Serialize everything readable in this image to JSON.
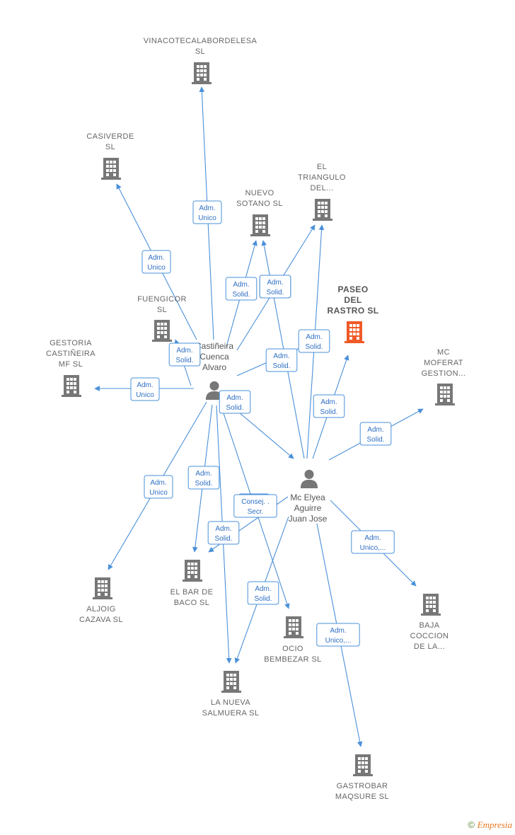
{
  "colors": {
    "edge": "#4a90d9",
    "building": "#777777",
    "highlight": "#f05a28",
    "person": "#777777",
    "label_border": "#4a90d9"
  },
  "companies": [
    {
      "id": "vinacoteca",
      "lines": [
        "VINACOTECALABORDELESA",
        "SL"
      ],
      "highlight": false
    },
    {
      "id": "casiverde",
      "lines": [
        "CASIVERDE",
        "SL"
      ],
      "highlight": false
    },
    {
      "id": "nuevo_sotano",
      "lines": [
        "NUEVO",
        "SOTANO  SL"
      ],
      "highlight": false
    },
    {
      "id": "el_triangulo",
      "lines": [
        "EL",
        "TRIANGULO",
        "DEL..."
      ],
      "highlight": false
    },
    {
      "id": "paseo_del_rastro",
      "lines": [
        "PASEO",
        "DEL",
        "RASTRO  SL"
      ],
      "highlight": true
    },
    {
      "id": "fuengicor",
      "lines": [
        "FUENGICOR",
        "SL"
      ],
      "highlight": false
    },
    {
      "id": "gestoria",
      "lines": [
        "GESTORIA",
        "CASTIÑEIRA",
        "MF  SL"
      ],
      "highlight": false
    },
    {
      "id": "mc_moferat",
      "lines": [
        "MC",
        "MOFERAT",
        "GESTION..."
      ],
      "highlight": false
    },
    {
      "id": "aljoig",
      "lines": [
        "ALJOIG",
        "CAZAVA  SL"
      ],
      "highlight": false
    },
    {
      "id": "el_bar_de_baco",
      "lines": [
        "EL BAR DE",
        "BACO  SL"
      ],
      "highlight": false
    },
    {
      "id": "ocio_bembezar",
      "lines": [
        "OCIO",
        "BEMBEZAR  SL"
      ],
      "highlight": false
    },
    {
      "id": "la_nueva_salmuera",
      "lines": [
        "LA NUEVA",
        "SALMUERA  SL"
      ],
      "highlight": false
    },
    {
      "id": "baja_coccion",
      "lines": [
        "BAJA",
        "COCCION",
        "DE LA..."
      ],
      "highlight": false
    },
    {
      "id": "gastrobar",
      "lines": [
        "GASTROBAR",
        "MAQSURE SL"
      ],
      "highlight": false
    }
  ],
  "persons": [
    {
      "id": "castineira",
      "lines": [
        "Castiñeira",
        "Cuenca",
        "Alvaro"
      ]
    },
    {
      "id": "mc_elyea",
      "lines": [
        "Mc Elyea",
        "Aguirre",
        "Juan Jose"
      ]
    }
  ],
  "edges": [
    {
      "from": "castineira",
      "to": "vinacoteca",
      "label": [
        "Adm.",
        "Unico"
      ]
    },
    {
      "from": "castineira",
      "to": "casiverde",
      "label": [
        "Adm.",
        "Unico"
      ]
    },
    {
      "from": "castineira",
      "to": "nuevo_sotano",
      "label": [
        "Adm.",
        "Solid."
      ]
    },
    {
      "from": "castineira",
      "to": "el_triangulo",
      "label": [
        "Adm.",
        "Solid."
      ]
    },
    {
      "from": "castineira",
      "to": "fuengicor",
      "label": [
        "Adm.",
        "Solid."
      ]
    },
    {
      "from": "castineira",
      "to": "gestoria",
      "label": [
        "Adm.",
        "Unico"
      ]
    },
    {
      "from": "castineira",
      "to": "paseo_del_rastro",
      "label": [
        "Adm.",
        "Solid."
      ]
    },
    {
      "from": "castineira",
      "to": "aljoig",
      "label": [
        "Adm.",
        "Unico"
      ]
    },
    {
      "from": "castineira",
      "to": "el_bar_de_baco",
      "label": [
        "Adm.",
        "Solid."
      ]
    },
    {
      "from": "castineira",
      "to": "ocio_bembezar",
      "label": [
        "Adm.",
        "Solid."
      ]
    },
    {
      "from": "castineira",
      "to": "la_nueva_salmuera",
      "label": [
        "Consej. .",
        "Secr."
      ]
    },
    {
      "from": "castineira",
      "to": "mc_elyea",
      "label": [
        "Adm.",
        "Solid."
      ]
    },
    {
      "from": "mc_elyea",
      "to": "nuevo_sotano",
      "label": [
        "Adm.",
        "Solid."
      ]
    },
    {
      "from": "mc_elyea",
      "to": "el_triangulo",
      "label": [
        "Adm.",
        "Solid."
      ]
    },
    {
      "from": "mc_elyea",
      "to": "paseo_del_rastro",
      "label": [
        "Adm.",
        "Solid."
      ]
    },
    {
      "from": "mc_elyea",
      "to": "mc_moferat",
      "label": [
        "Adm.",
        "Solid."
      ]
    },
    {
      "from": "mc_elyea",
      "to": "el_bar_de_baco",
      "label": [
        "Adm.",
        "Solid."
      ]
    },
    {
      "from": "mc_elyea",
      "to": "la_nueva_salmuera",
      "label": [
        "Adm.",
        "Solid."
      ]
    },
    {
      "from": "mc_elyea",
      "to": "baja_coccion",
      "label": [
        "Adm.",
        "Unico,..."
      ]
    },
    {
      "from": "mc_elyea",
      "to": "gastrobar",
      "label": [
        "Adm.",
        "Unico,..."
      ]
    }
  ],
  "footer": {
    "copyright": "©",
    "brand": "Empresia"
  }
}
